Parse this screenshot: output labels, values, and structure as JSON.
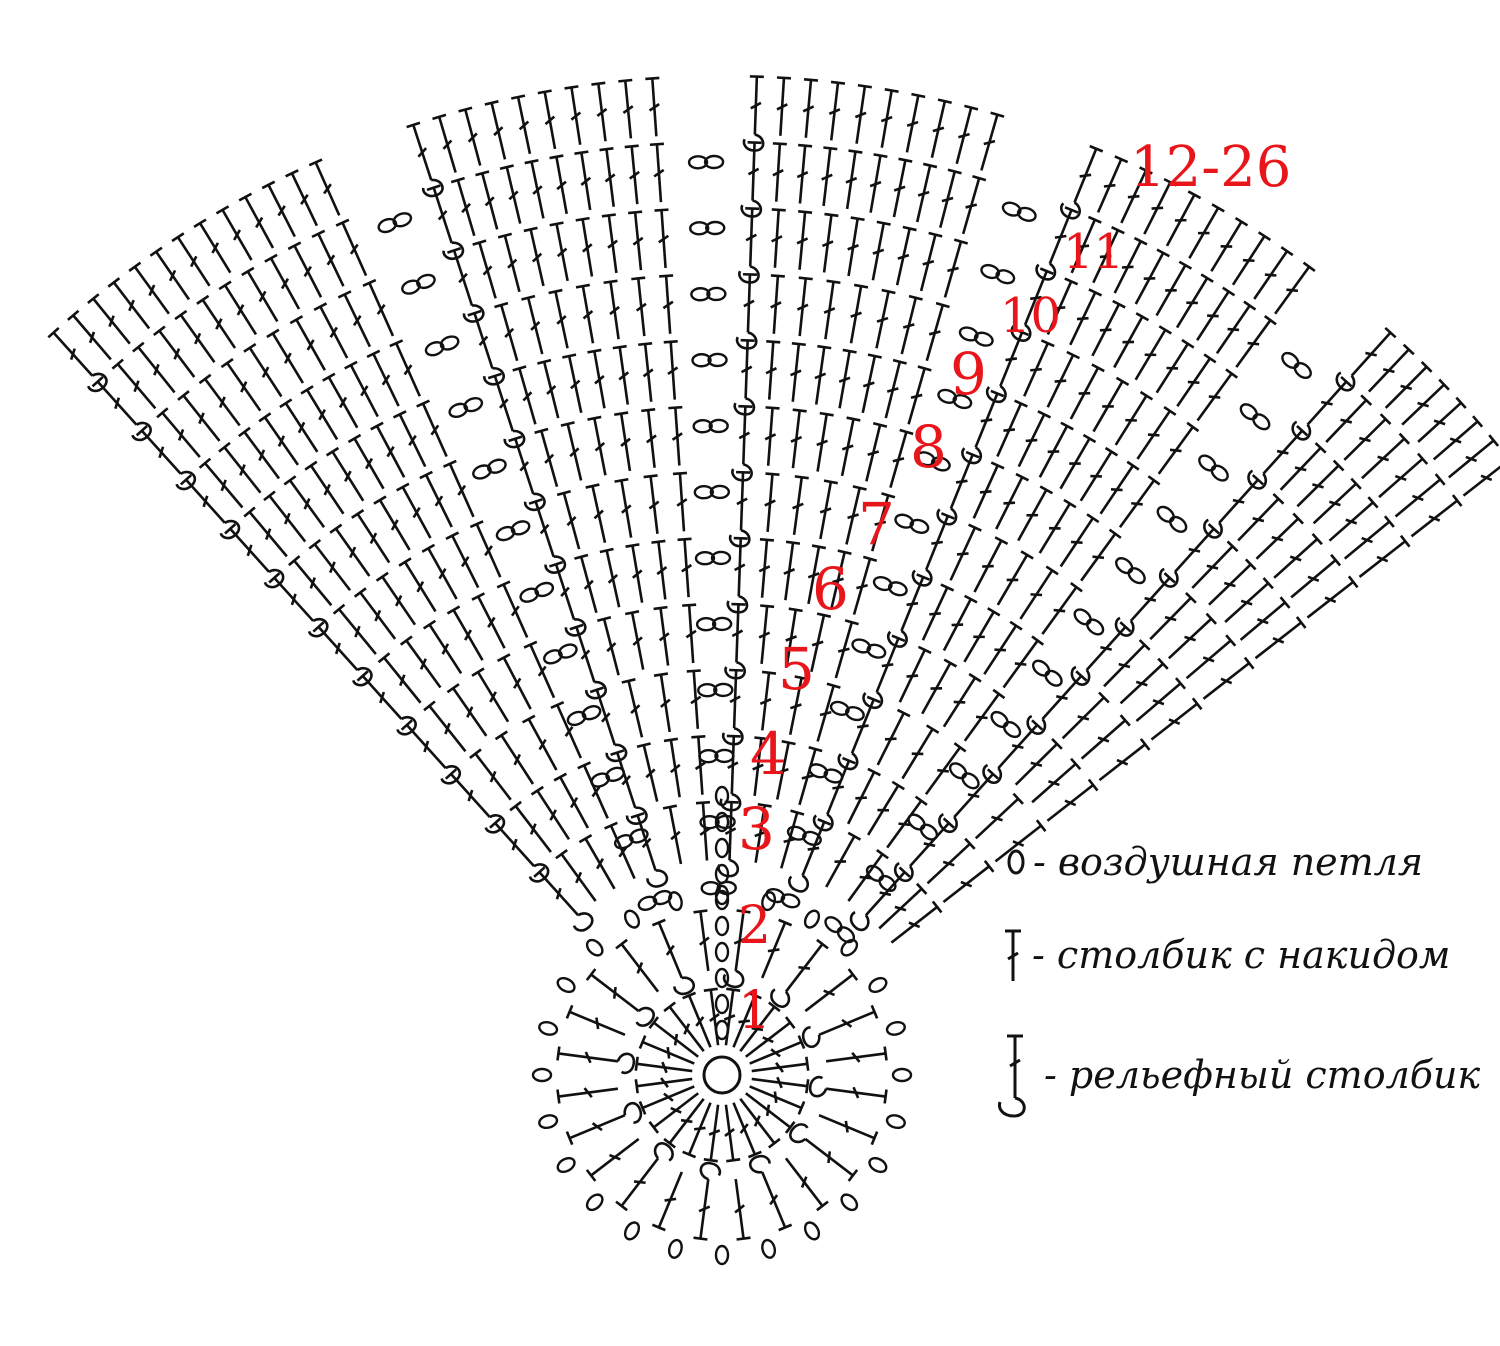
{
  "diagram": {
    "title": "crochet chart",
    "row_labels": [
      "1",
      "2",
      "3",
      "4",
      "5",
      "6",
      "7",
      "8",
      "9",
      "10",
      "11",
      "12-26"
    ],
    "colors": {
      "row_label": "#e8161b",
      "symbol": "#111111",
      "background": "#ffffff"
    }
  },
  "legend": [
    {
      "symbol": "chain-icon",
      "text": "- воздушная петля"
    },
    {
      "symbol": "double-crochet-icon",
      "text": "- столбик с накидом"
    },
    {
      "symbol": "relief-stitch-icon",
      "text": "- рельефный столбик"
    }
  ]
}
